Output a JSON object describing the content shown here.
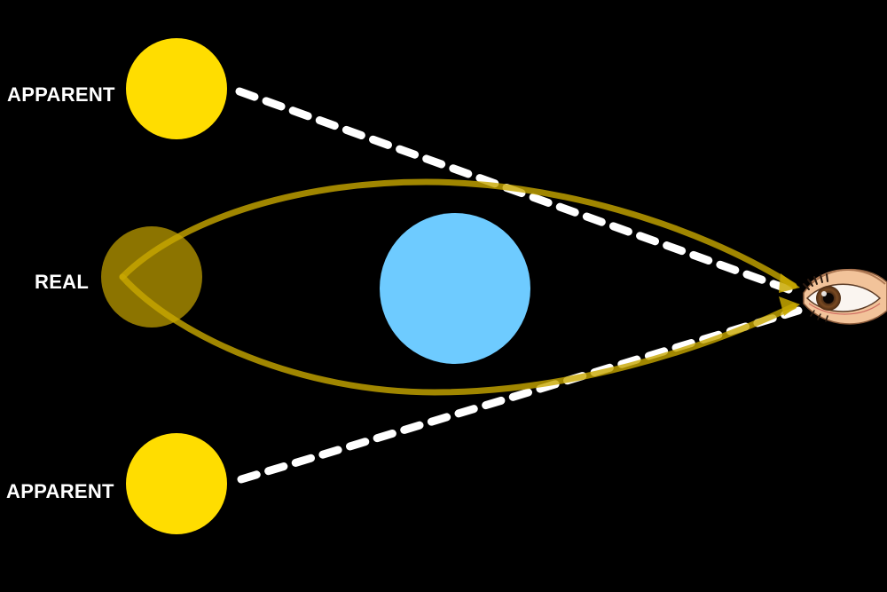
{
  "labels": {
    "apparent_top": "APPARENT",
    "real": "REAL",
    "apparent_bottom": "APPARENT"
  },
  "icons": {
    "observer": "eye-icon"
  },
  "colors": {
    "background": "#000000",
    "apparent_star": "#FFDD00",
    "real_star": "#8C7400",
    "lens_mass": "#6ECBFF",
    "light_path": "#C8A800",
    "sight_line": "#FFFFFF",
    "label_text": "#FFFFFF"
  }
}
